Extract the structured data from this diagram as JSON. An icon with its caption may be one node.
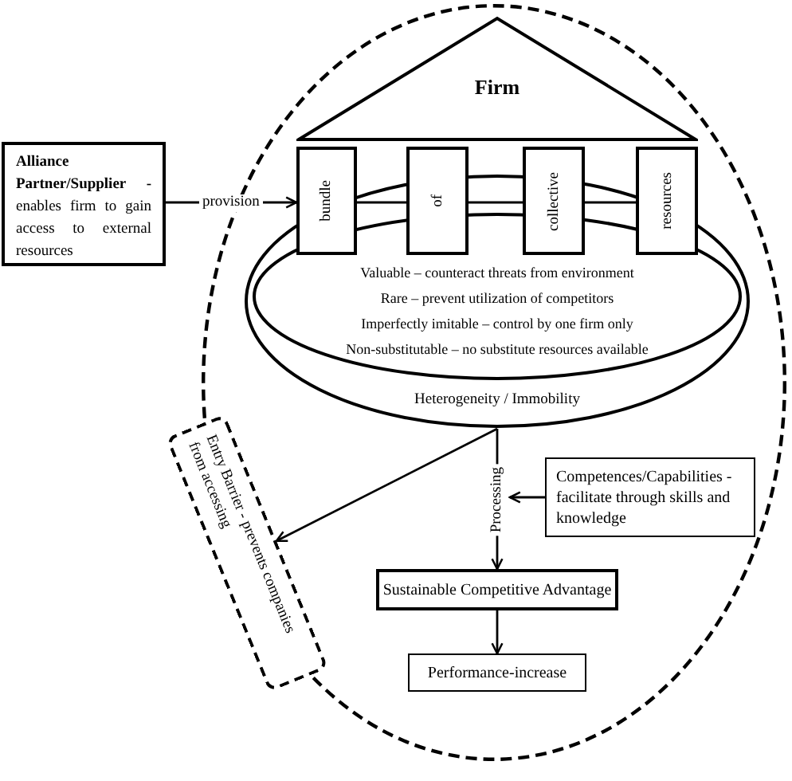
{
  "diagram": {
    "nodes": [
      {
        "text": [],
        "shape": "circle"
      },
      {
        "text": [
          "Firm"
        ],
        "in": 0
      },
      {
        "text": [
          "**Alliance Partner/Supplier -** enables firm to gain access to external resources"
        ]
      },
      {
        "text": [
          "bundle"
        ],
        "in": 0
      },
      {
        "text": [
          "of"
        ],
        "in": 0
      },
      {
        "text": [
          "collective"
        ],
        "in": 0
      },
      {
        "text": [
          "resources"
        ],
        "in": 0
      },
      {
        "text": [
          "Heterogeneity / Immobility"
        ],
        "in": 0
      },
      {
        "text": [
          "Valuable – counteract threats from environment",
          "Rare – prevent utilization of competitors",
          "Imperfectly imitable – control by one firm only",
          "Non-substitutable – no substitute resources available"
        ],
        "in": 7
      },
      {
        "text": [
          "Entry Barrier - prevents companies from accessing"
        ]
      },
      {
        "text": [
          "Competences/Capabilities - facilitate through skills and knowledge"
        ],
        "in": 0
      },
      {
        "text": [
          "Sustainable Competitive Advantage"
        ],
        "in": 0
      },
      {
        "text": [
          "Performance-increase"
        ],
        "in": 0
      }
    ],
    "edges": [
      {
        "from": 2,
        "to": 3,
        "arrow": "to",
        "label": "provision"
      },
      {
        "from": 7,
        "to": 9,
        "arrow": "to"
      },
      {
        "from": 7,
        "to": 11,
        "arrow": "to",
        "label": "Processing"
      },
      {
        "from": 10,
        "to": null,
        "arrow": "to"
      },
      {
        "from": 11,
        "to": 12,
        "arrow": "to"
      }
    ]
  }
}
